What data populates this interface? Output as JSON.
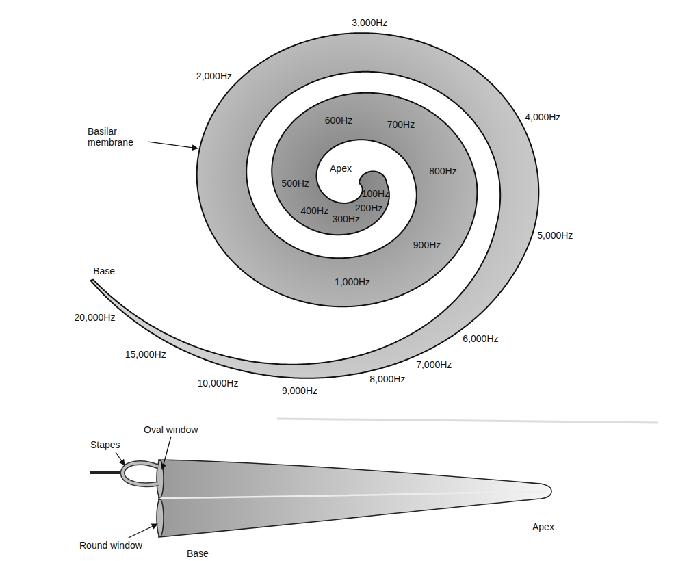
{
  "diagram": {
    "labels": [
      "3,000Hz",
      "2,000Hz",
      "4,000Hz",
      "Basilar membrane",
      "600Hz",
      "700Hz",
      "Apex",
      "100Hz",
      "800Hz",
      "500Hz",
      "200Hz",
      "400Hz",
      "300Hz",
      "900Hz",
      "5,000Hz",
      "Base",
      "1,000Hz",
      "20,000Hz",
      "6,000Hz",
      "15,000Hz",
      "7,000Hz",
      "10,000Hz",
      "9,000Hz",
      "8,000Hz",
      "Oval window",
      "Stapes",
      "Apex",
      "Round window",
      "Base"
    ]
  }
}
